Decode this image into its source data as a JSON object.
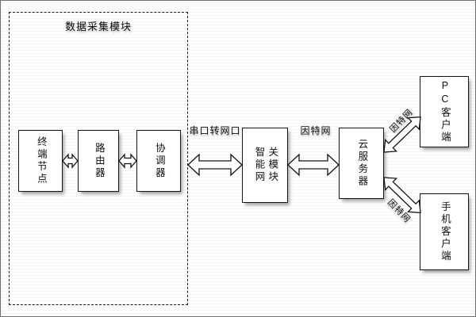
{
  "diagram": {
    "module": {
      "title": "数据采集模块"
    },
    "nodes": {
      "terminal": "终端节点",
      "router": "路由器",
      "coordinator": "协调器",
      "gateway_lines": [
        "智能网",
        "关模块"
      ],
      "cloud": "云服务器",
      "pc_client": "PC客户端",
      "mobile_client": "手机客户端"
    },
    "edge_labels": {
      "serial_to_ethernet": "串口转网口",
      "internet_main": "因特网",
      "internet_pc": "因特网",
      "internet_mobile": "因特网"
    }
  }
}
